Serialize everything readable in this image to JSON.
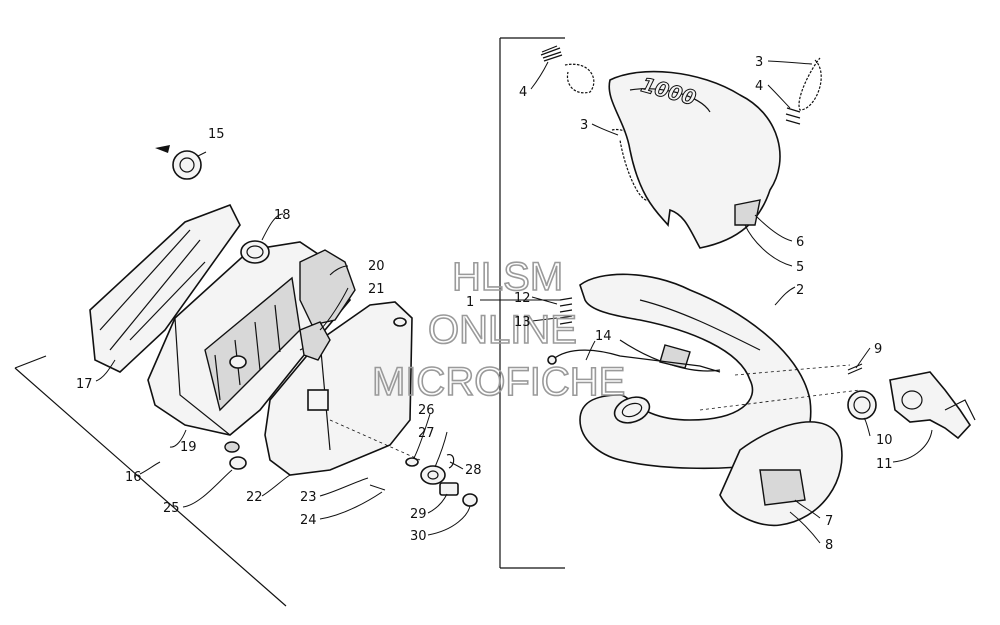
{
  "watermark": {
    "line1": "HLSM",
    "line2": "ONLINE",
    "line3": "MICROFICHE"
  },
  "decal_text": "1000",
  "callouts": {
    "c1": "1",
    "c2": "2",
    "c3a": "3",
    "c3b": "3",
    "c4a": "4",
    "c4b": "4",
    "c5": "5",
    "c6": "6",
    "c7": "7",
    "c8": "8",
    "c9": "9",
    "c10": "10",
    "c11": "11",
    "c12": "12",
    "c13": "13",
    "c14": "14",
    "c15": "15",
    "c16": "16",
    "c17": "17",
    "c18": "18",
    "c19": "19",
    "c20": "20",
    "c21": "21",
    "c22": "22",
    "c23": "23",
    "c24": "24",
    "c25": "25",
    "c26": "26",
    "c27": "27",
    "c28": "28",
    "c29": "29",
    "c30": "30"
  }
}
